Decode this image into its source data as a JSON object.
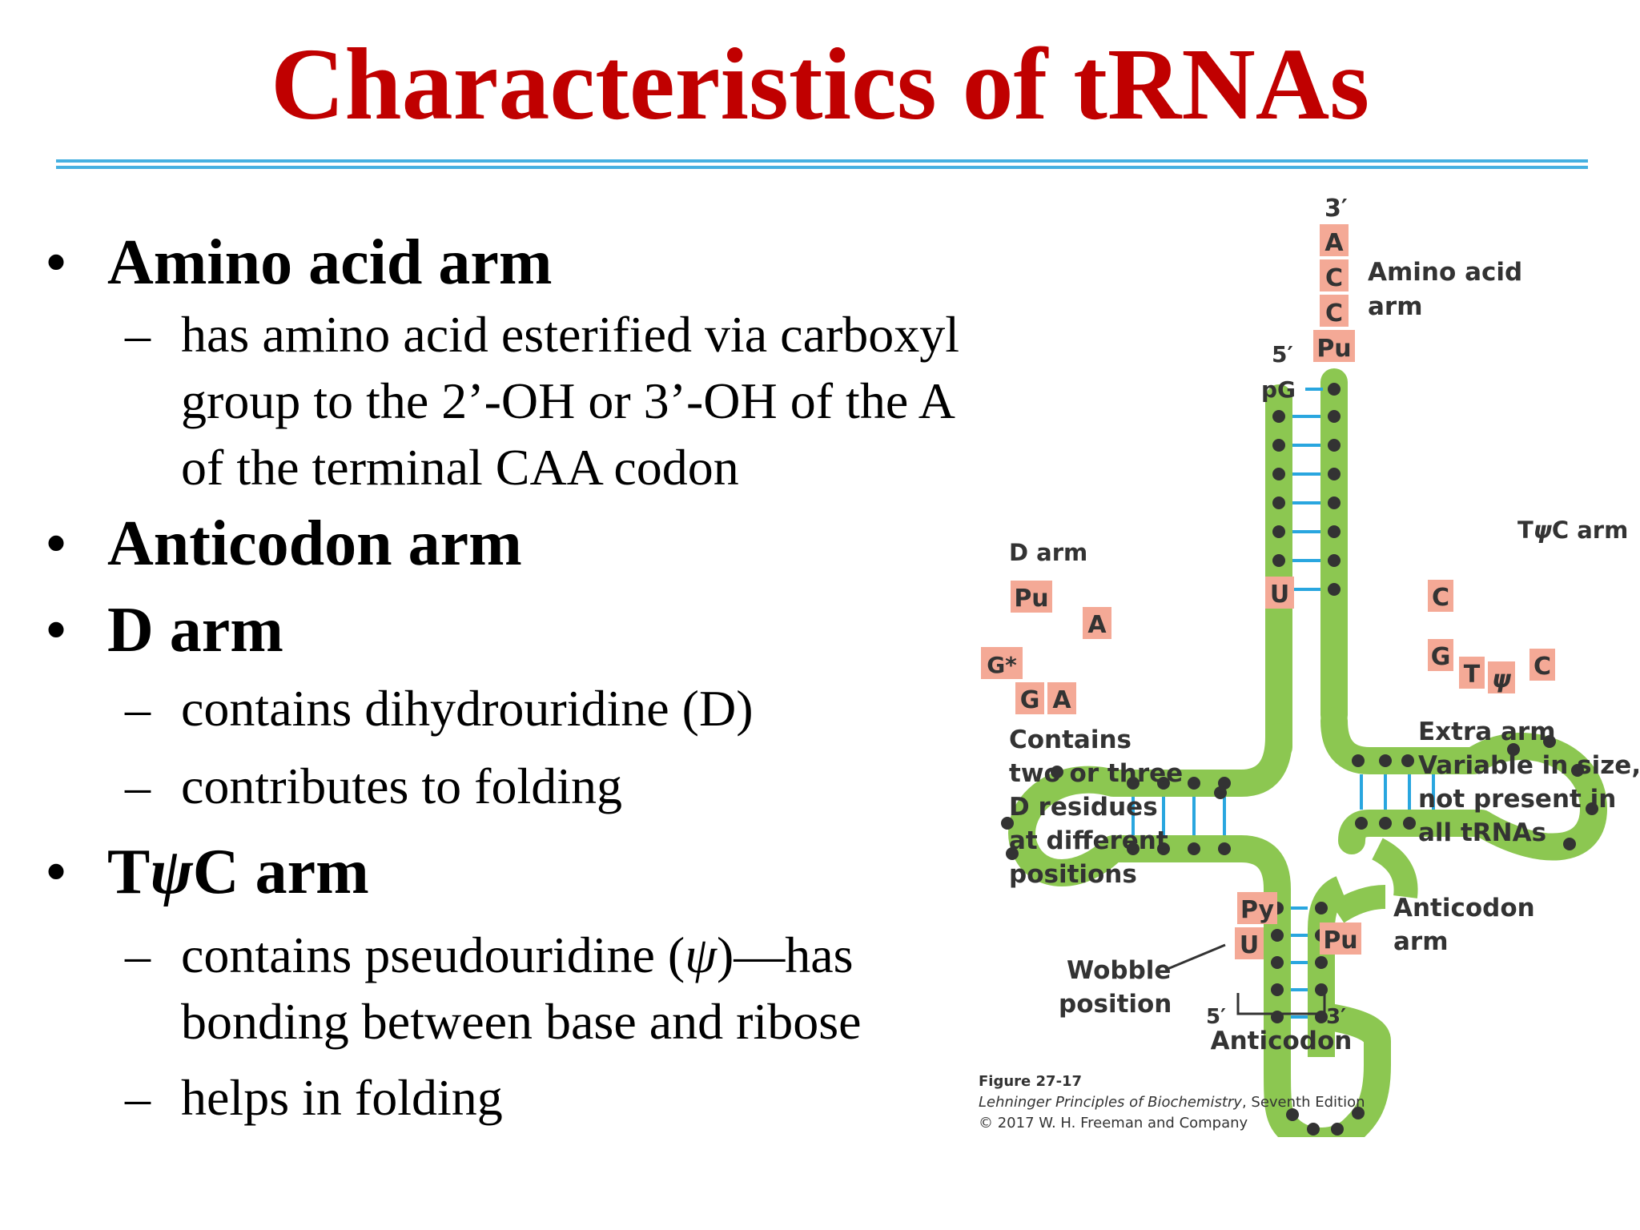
{
  "slide": {
    "title": "Characteristics of tRNAs",
    "bullets": [
      {
        "heading": "Amino acid arm",
        "subs": [
          "has amino acid esterified via carboxyl group to the 2’-OH or 3’-OH of the A of the terminal CAA codon"
        ]
      },
      {
        "heading": "Anticodon arm",
        "subs": []
      },
      {
        "heading": "D arm",
        "subs": [
          "contains dihydrouridine (D)",
          "contributes to folding"
        ]
      },
      {
        "heading_pre": "T",
        "heading_psi": "ψ",
        "heading_post": "C arm",
        "sub_psi": {
          "pre": "contains pseudouridine (",
          "psi": "ψ",
          "post": ")—has bonding between base and ribose"
        },
        "subs": [
          "helps in folding"
        ]
      }
    ],
    "bullet_glyph": "•",
    "dash_glyph": "–"
  },
  "figure": {
    "colors": {
      "stem": "#8cc751",
      "base_box": "#f4a996",
      "pair_line": "#29a6df",
      "dot": "#333333"
    },
    "labels": {
      "three_prime_top": "3′",
      "five_prime": "5′",
      "pG": "pG",
      "amino_arm_1": "Amino acid",
      "amino_arm_2": "arm",
      "d_arm": "D arm",
      "tpc_arm_pre": "T",
      "tpc_arm_psi": "ψ",
      "tpc_arm_post": "C arm",
      "contains_1": "Contains",
      "contains_2": "two or three",
      "contains_3": "D residues",
      "contains_4": "at different",
      "contains_5": "positions",
      "extra_1": "Extra arm",
      "extra_2": "Variable in size,",
      "extra_3": "not present in",
      "extra_4": "all tRNAs",
      "anticodon_arm_1": "Anticodon",
      "anticodon_arm_2": "arm",
      "wobble_1": "Wobble",
      "wobble_2": "position",
      "anticodon": "Anticodon",
      "ac5": "5′",
      "ac3": "3′"
    },
    "bases": {
      "A": "A",
      "C1": "C",
      "C2": "C",
      "Pu_top": "Pu",
      "U_stem": "U",
      "Pu_d": "Pu",
      "A_d": "A",
      "Gstar": "G*",
      "G_d": "G",
      "A_d2": "A",
      "C_t": "C",
      "G_t": "G",
      "T_t": "T",
      "psi_t": "ψ",
      "C_t2": "C",
      "Py": "Py",
      "U_ac": "U",
      "Pu_ac": "Pu"
    },
    "caption": {
      "fig": "Figure 27-17",
      "book": "Lehninger Principles of Biochemistry",
      "edition": ", Seventh Edition",
      "copyright": "© 2017 W. H. Freeman and Company"
    }
  }
}
